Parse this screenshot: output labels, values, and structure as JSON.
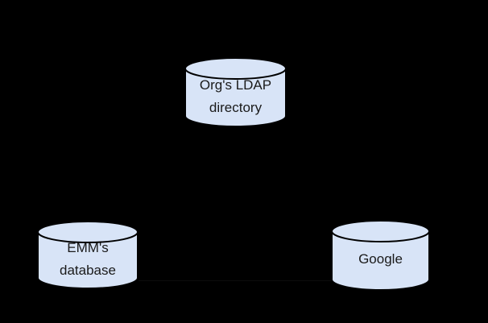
{
  "style": {
    "background": "#000000",
    "node_fill": "#d8e4f7",
    "node_stroke": "#000000",
    "text_color": "#1a1a1a",
    "connector_color": "#0d0d0d"
  },
  "diagram": {
    "nodes": [
      {
        "id": "orgs-ldap-directory",
        "type": "database-cylinder",
        "label_lines": [
          "Org's LDAP",
          "directory"
        ]
      },
      {
        "id": "emms-database",
        "type": "database-cylinder",
        "label_lines": [
          "EMM's",
          "database"
        ]
      },
      {
        "id": "google",
        "type": "database-cylinder",
        "label_lines": [
          "Google"
        ]
      }
    ],
    "connectors": [
      {
        "from": "emms-database",
        "to": "google",
        "appearance": "faint-horizontal-line"
      }
    ]
  }
}
